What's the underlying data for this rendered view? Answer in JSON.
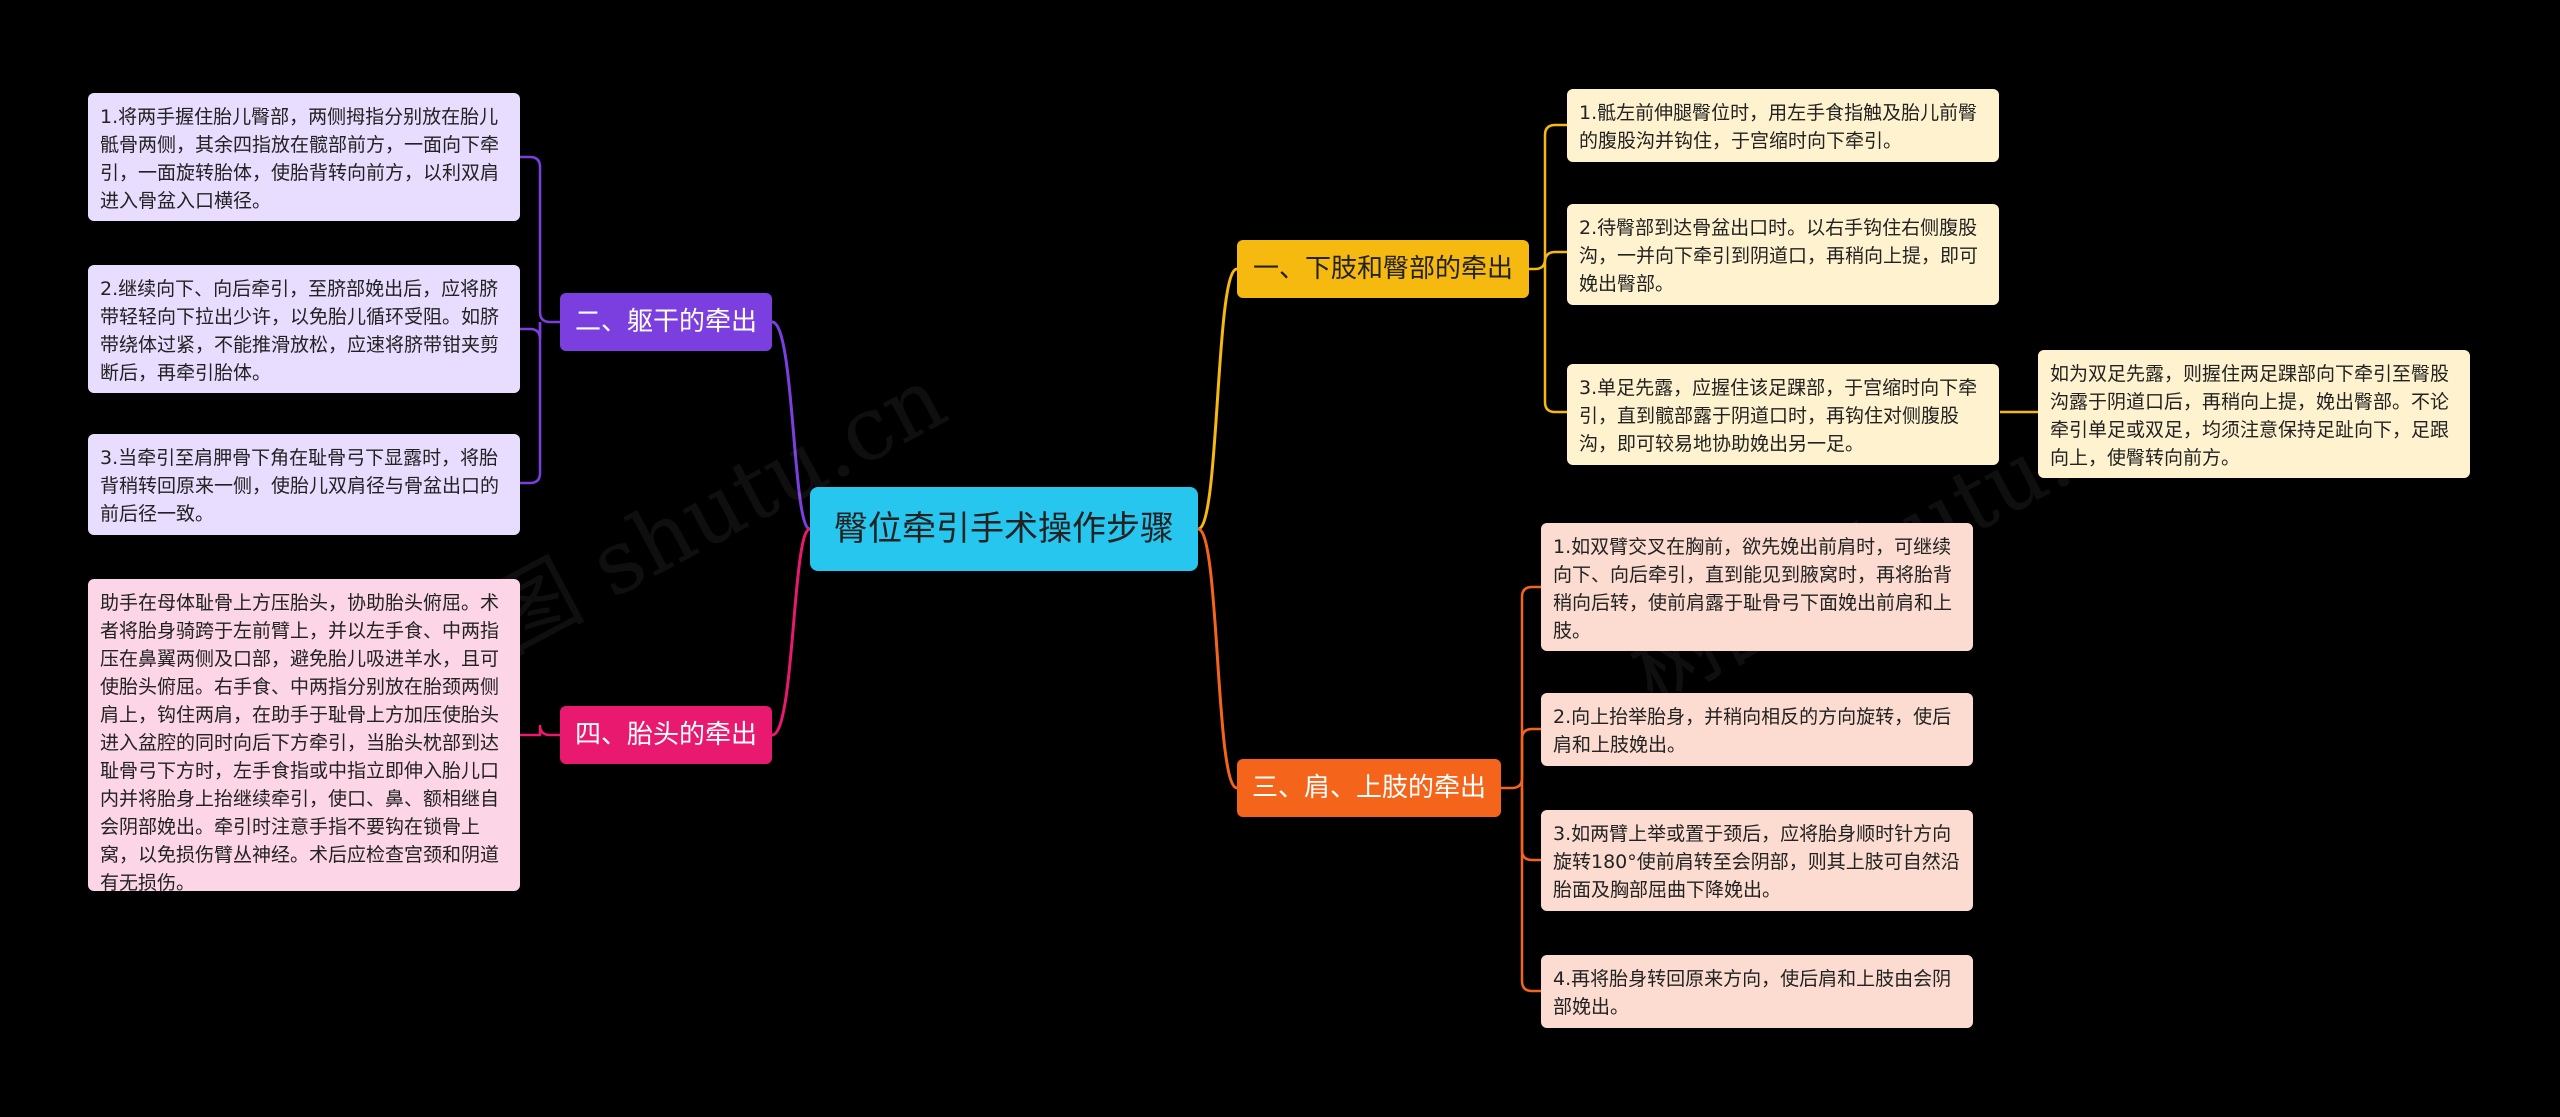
{
  "root": {
    "label": "臀位牵引手术操作步骤"
  },
  "watermark": "树图 shutu.cn",
  "branches": {
    "b1": {
      "label": "一、下肢和臀部的牵出",
      "items": [
        "1.骶左前伸腿臀位时，用左手食指触及胎儿前臀的腹股沟并钩住，于宫缩时向下牵引。",
        "2.待臀部到达骨盆出口时。以右手钩住右侧腹股沟，一并向下牵引到阴道口，再稍向上提，即可娩出臀部。",
        "3.单足先露，应握住该足踝部，于宫缩时向下牵引，直到髋部露于阴道口时，再钩住对侧腹股沟，即可较易地协助娩出另一足。"
      ],
      "sub": "如为双足先露，则握住两足踝部向下牵引至臀股沟露于阴道口后，再稍向上提，娩出臀部。不论牵引单足或双足，均须注意保持足趾向下，足跟向上，使臀转向前方。"
    },
    "b2": {
      "label": "二、躯干的牵出",
      "items": [
        "1.将两手握住胎儿臀部，两侧拇指分别放在胎儿骶骨两侧，其余四指放在髋部前方，一面向下牵引，一面旋转胎体，使胎背转向前方，以利双肩进入骨盆入口横径。",
        "2.继续向下、向后牵引，至脐部娩出后，应将脐带轻轻向下拉出少许，以免胎儿循环受阻。如脐带绕体过紧，不能推滑放松，应速将脐带钳夹剪断后，再牵引胎体。",
        "3.当牵引至肩胛骨下角在耻骨弓下显露时，将胎背稍转回原来一侧，使胎儿双肩径与骨盆出口的前后径一致。"
      ]
    },
    "b3": {
      "label": "三、肩、上肢的牵出",
      "items": [
        "1.如双臂交叉在胸前，欲先娩出前肩时，可继续向下、向后牵引，直到能见到腋窝时，再将胎背稍向后转，使前肩露于耻骨弓下面娩出前肩和上肢。",
        "2.向上抬举胎身，并稍向相反的方向旋转，使后肩和上肢娩出。",
        "3.如两臂上举或置于颈后，应将胎身顺时针方向旋转180°使前肩转至会阴部，则其上肢可自然沿胎面及胸部屈曲下降娩出。",
        "4.再将胎身转回原来方向，使后肩和上肢由会阴部娩出。"
      ]
    },
    "b4": {
      "label": "四、胎头的牵出",
      "items": [
        "助手在母体耻骨上方压胎头，协助胎头俯屈。术者将胎身骑跨于左前臂上，并以左手食、中两指压在鼻翼两侧及口部，避免胎儿吸进羊水，且可使胎头俯屈。右手食、中两指分别放在胎颈两侧肩上，钩住两肩，在助手于耻骨上方加压使胎头进入盆腔的同时向后下方牵引，当胎头枕部到达耻骨弓下方时，左手食指或中指立即伸入胎儿口内并将胎身上抬继续牵引，使口、鼻、额相继自会阴部娩出。牵引时注意手指不要钩在锁骨上窝，以免损伤臂丛神经。术后应检查宫颈和阴道有无损伤。"
      ]
    }
  },
  "colors": {
    "root": "#26c6ef",
    "b1": "#f6b90f",
    "b2": "#7b3fe0",
    "b3": "#f4641a",
    "b4": "#e8196e"
  }
}
